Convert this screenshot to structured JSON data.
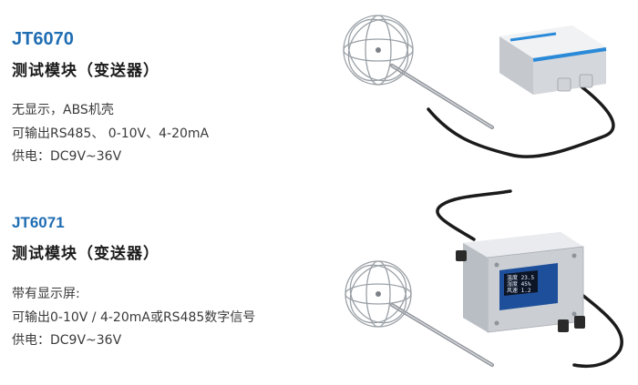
{
  "products": [
    {
      "model": "JT6070",
      "subtitle": "测试模块（变送器）",
      "specs": [
        "无显示，ABS机壳",
        "可输出RS485、 0-10V、4-20mA",
        "供电：DC9V~36V"
      ],
      "image": {
        "icon": "abs-transmitter-with-spherical-probe-icon",
        "housing_color": "#d9dce0",
        "accent_color": "#2a8ad8"
      }
    },
    {
      "model": "JT6071",
      "subtitle": "测试模块（变送器）",
      "specs": [
        "带有显示屏:",
        "可输出0-10V / 4-20mA或RS485数字信号",
        "供电：DC9V~36V"
      ],
      "image": {
        "icon": "aluminium-transmitter-with-display-and-spherical-probe-icon",
        "housing_color": "#c9ccd0",
        "accent_color": "#1e4f9a",
        "display_lines": [
          "温度 23.5",
          "湿度 45%",
          "风速 1.2"
        ]
      }
    }
  ]
}
